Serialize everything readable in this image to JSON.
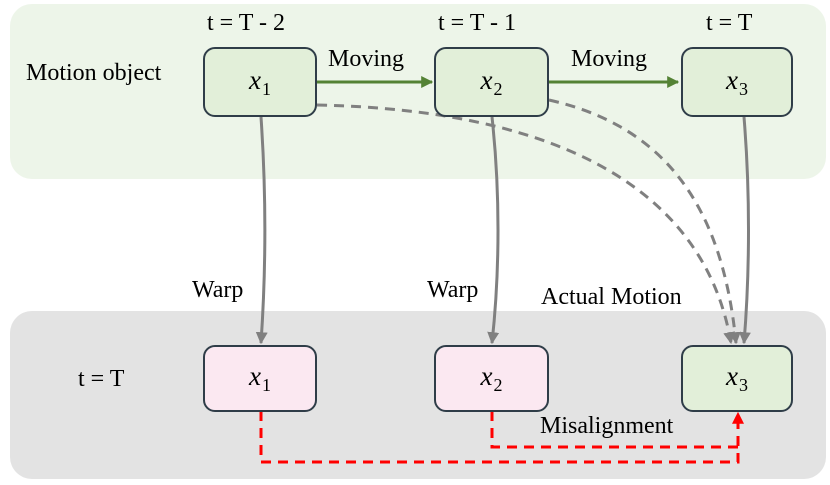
{
  "top_panel": {
    "row_label": "Motion object",
    "time_labels": [
      "t = T - 2",
      "t = T - 1",
      "t = T"
    ],
    "nodes": [
      {
        "var": "x",
        "sub": "1"
      },
      {
        "var": "x",
        "sub": "2"
      },
      {
        "var": "x",
        "sub": "3"
      }
    ],
    "moving_labels": [
      "Moving",
      "Moving"
    ]
  },
  "bottom_panel": {
    "row_label": "t = T",
    "nodes": [
      {
        "var": "x",
        "sub": "1"
      },
      {
        "var": "x",
        "sub": "2"
      },
      {
        "var": "x",
        "sub": "3"
      }
    ]
  },
  "edge_labels": {
    "warp_1": "Warp",
    "warp_2": "Warp",
    "actual_motion": "Actual Motion",
    "misalignment": "Misalignment"
  },
  "colors": {
    "top_panel_bg": "#edf5e9",
    "bottom_panel_bg": "#e3e3e3",
    "node_green": "#e2efd9",
    "node_pink": "#fbe8f1",
    "moving_arrow": "#548235",
    "warp_arrow": "#808080",
    "misalignment_arrow": "#ff0000"
  }
}
